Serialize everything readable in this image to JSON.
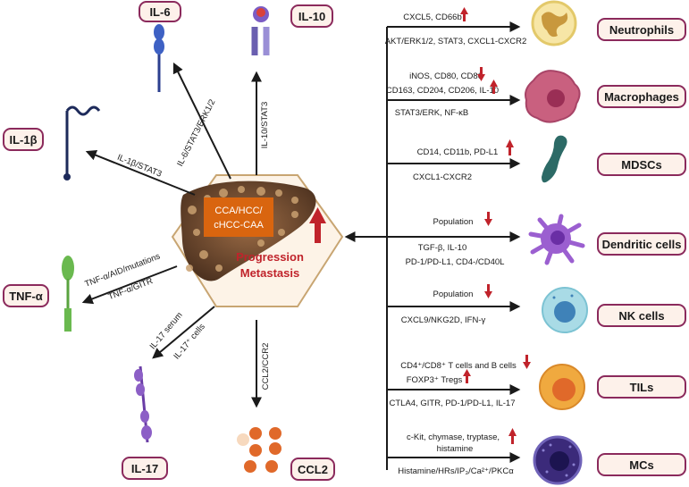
{
  "center": {
    "disease": [
      "CCA/HCC/",
      "cHCC-CAA"
    ],
    "outcome": [
      "Progression",
      "Metastasis"
    ]
  },
  "cytokines": {
    "il6": {
      "name": "IL-6",
      "pathway": "IL-6/STAT3/ERK1/2"
    },
    "il10": {
      "name": "IL-10",
      "pathway": "IL-10/STAT3"
    },
    "il1b": {
      "name": "IL-1β",
      "pathway": "IL-1β/STAT3"
    },
    "tnfa": {
      "name": "TNF-α",
      "pathway1": "TNF-α/AID/mutations",
      "pathway2": "TNF-α/GITR"
    },
    "il17": {
      "name": "IL-17",
      "label1": "IL-17 serum",
      "label2": "IL-17⁺ cells"
    },
    "ccl2": {
      "name": "CCL2",
      "pathway": "CCL2/CCR2"
    }
  },
  "cells": {
    "neutrophils": {
      "name": "Neutrophils",
      "up_text": "CXCL5, CD66b",
      "pathway": "AKT/ERK1/2, STAT3, CXCL1-CXCR2"
    },
    "macrophages": {
      "name": "Macrophages",
      "down_text": "iNOS, CD80, CD86",
      "up_text": "CD163, CD204, CD206, IL-10",
      "pathway": "STAT3/ERK, NF-κB"
    },
    "mdscs": {
      "name": "MDSCs",
      "up_text": "CD14, CD11b, PD-L1",
      "pathway": "CXCL1-CXCR2"
    },
    "dendritic": {
      "name": "Dendritic cells",
      "down_text": "Population",
      "line1": "TGF-β, IL-10",
      "line2": "PD-1/PD-L1, CD4-/CD40L"
    },
    "nk": {
      "name": "NK cells",
      "down_text": "Population",
      "pathway": "CXCL9/NKG2D, IFN-γ"
    },
    "tils": {
      "name": "TILs",
      "down_text": "CD4⁺/CD8⁺ T cells and B cells",
      "up_text": "FOXP3⁺ Tregs",
      "pathway": "CTLA4, GITR, PD-1/PD-L1, IL-17"
    },
    "mcs": {
      "name": "MCs",
      "up_text1": "c-Kit, chymase, tryptase,",
      "up_text2": "histamine",
      "pathway": "Histamine/HRs/IP₃/Ca²⁺/PKCα"
    }
  },
  "colors": {
    "label_border": "#8b2a5c",
    "label_fill": "#fdf1ea",
    "arrow_red": "#c0232b",
    "hex_fill": "#fdf3e7",
    "orange_box": "#d9650f"
  }
}
